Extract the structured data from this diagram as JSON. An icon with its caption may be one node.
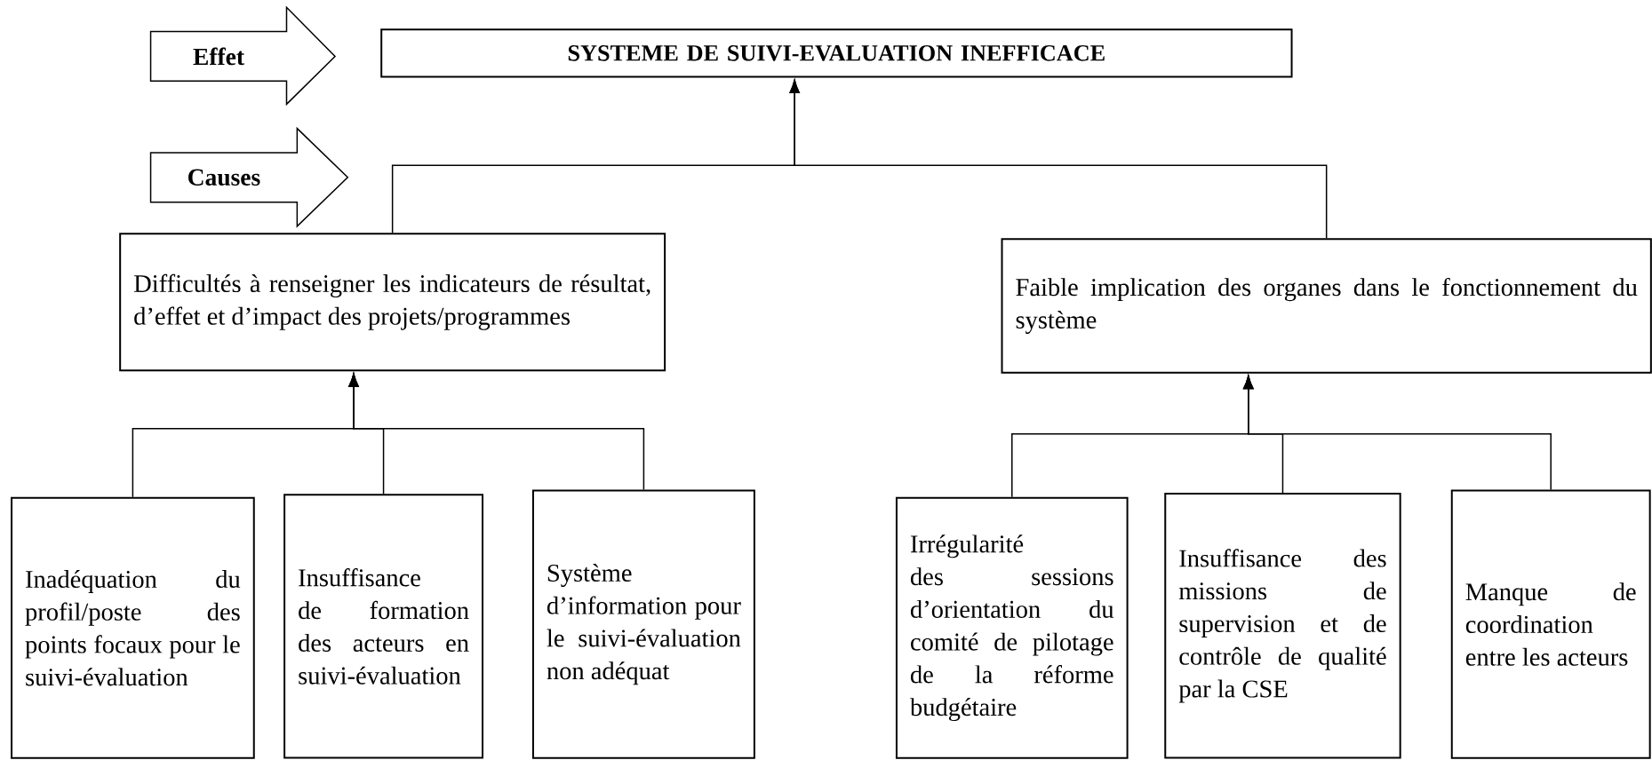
{
  "diagram": {
    "nodes": [
      {
        "text": [
          "Effet"
        ]
      },
      {
        "text": [
          "Causes"
        ]
      },
      {
        "text": [
          "SYSTEME DE SUIVI-EVALUATION INEFFICACE"
        ]
      },
      {
        "text": [
          "Difficultés à renseigner les indicateurs de résultat, d’effet et d’impact des projets/programmes"
        ]
      },
      {
        "text": [
          "Faible implication des organes dans le fonctionnement du système"
        ]
      },
      {
        "text": [
          "Inadéquation du profil/poste des points focaux pour le suivi-évaluation"
        ]
      },
      {
        "text": [
          "Insuffisance de formation des acteurs en suivi-évaluation"
        ]
      },
      {
        "text": [
          "Système d’information pour le suivi-évaluation non adéquat"
        ]
      },
      {
        "text": [
          "Irrégularité des sessions d’orientation du comité de pilotage de la réforme budgétaire"
        ]
      },
      {
        "text": [
          "Insuffisance des missions de supervision et de contrôle de qualité par la CSE"
        ]
      },
      {
        "text": [
          "Manque de coordination entre les acteurs"
        ]
      }
    ],
    "edges": [
      {
        "from": 3,
        "to": 2,
        "arrow": "to"
      },
      {
        "from": 4,
        "to": 2,
        "arrow": "to"
      },
      {
        "from": 5,
        "to": 3,
        "arrow": "to"
      },
      {
        "from": 6,
        "to": 3,
        "arrow": "to"
      },
      {
        "from": 7,
        "to": 3,
        "arrow": "to"
      },
      {
        "from": 8,
        "to": 4,
        "arrow": "to"
      },
      {
        "from": 9,
        "to": 4,
        "arrow": "to"
      },
      {
        "from": 10,
        "to": 4,
        "arrow": "to"
      }
    ]
  }
}
